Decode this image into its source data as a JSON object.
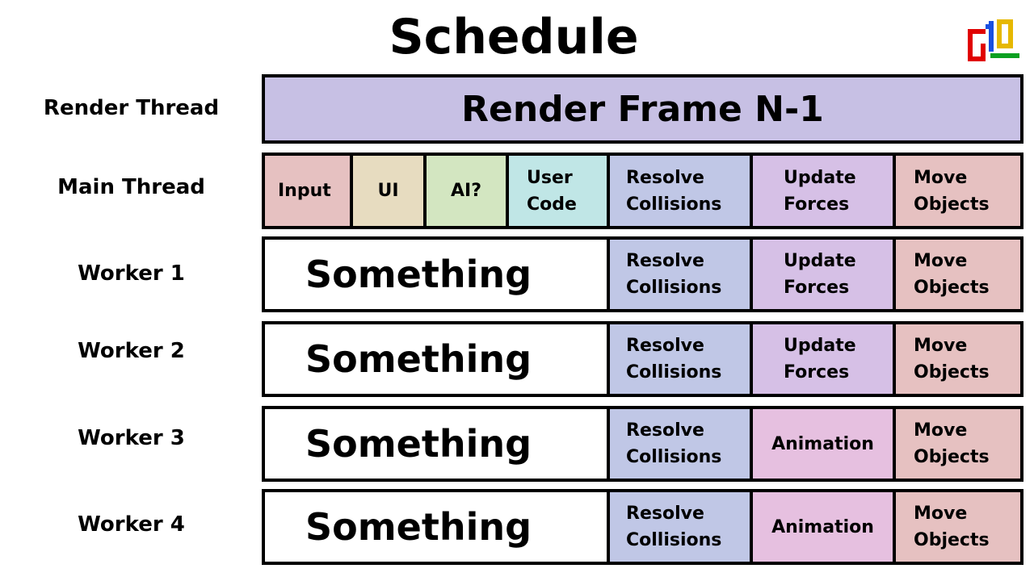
{
  "title": "Schedule",
  "logo": {
    "icon": "g10-logo-icon",
    "text_g": "G",
    "text_10": "10",
    "colors": [
      "#e00000",
      "#1a4fe0",
      "#0aa020",
      "#e6b800"
    ]
  },
  "colors": {
    "render": "#c7c0e4",
    "input": "#e6c1c1",
    "ui": "#e7dcc0",
    "ai": "#d3e6c1",
    "user_code": "#c0e6e6",
    "resolve": "#c0c7e6",
    "update": "#d6c0e6",
    "move": "#e6c1c1",
    "animation": "#e6c0e0",
    "something": "#ffffff"
  },
  "rows": {
    "render": {
      "label": "Render Thread",
      "cells": [
        "Render Frame N-1"
      ]
    },
    "main": {
      "label": "Main Thread",
      "cells": [
        "Input",
        "UI",
        "AI?",
        "User\nCode",
        "Resolve\nCollisions",
        "Update\nForces",
        "Move\nObjects"
      ]
    },
    "worker1": {
      "label": "Worker 1",
      "cells": [
        "Something",
        "Resolve\nCollisions",
        "Update\nForces",
        "Move\nObjects"
      ]
    },
    "worker2": {
      "label": "Worker 2",
      "cells": [
        "Something",
        "Resolve\nCollisions",
        "Update\nForces",
        "Move\nObjects"
      ]
    },
    "worker3": {
      "label": "Worker 3",
      "cells": [
        "Something",
        "Resolve\nCollisions",
        "Animation",
        "Move\nObjects"
      ]
    },
    "worker4": {
      "label": "Worker 4",
      "cells": [
        "Something",
        "Resolve\nCollisions",
        "Animation",
        "Move\nObjects"
      ]
    }
  }
}
